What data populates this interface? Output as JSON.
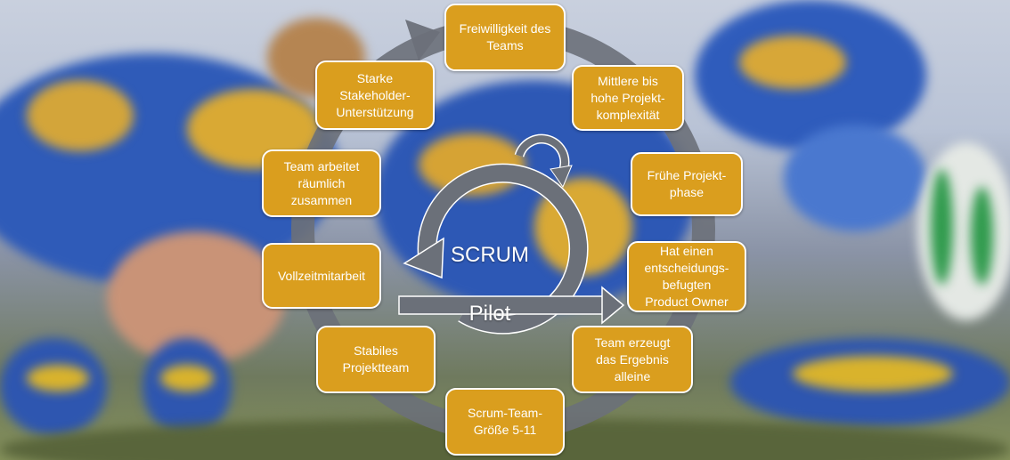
{
  "slide": {
    "background": "rugby-scrum-photo",
    "colors": {
      "box_fill": "#DA9E1E",
      "box_border": "#FFFFFF",
      "ring": "#6B7079",
      "text": "#FFFFFF"
    }
  },
  "center": {
    "title_line1": "SCRUM",
    "title_line2": "Pilot"
  },
  "boxes": [
    {
      "id": "freiwilligkeit",
      "label": "Freiwilligkeit des\nTeams"
    },
    {
      "id": "projektkomplexitaet",
      "label": "Mittlere bis\nhohe Projekt-\nkomplexität"
    },
    {
      "id": "fruehe-phase",
      "label": "Frühe Projekt-\nphase"
    },
    {
      "id": "product-owner",
      "label": "Hat einen\nentscheidungs-\nbefugten\nProduct Owner"
    },
    {
      "id": "ergebnis-alleine",
      "label": "Team erzeugt\ndas Ergebnis\nalleine"
    },
    {
      "id": "teamgroesse",
      "label": "Scrum-Team-\nGröße 5-11"
    },
    {
      "id": "stabiles-team",
      "label": "Stabiles\nProjektteam"
    },
    {
      "id": "vollzeit",
      "label": "Vollzeitmitarbeit"
    },
    {
      "id": "raeumlich",
      "label": "Team arbeitet\nräumlich\nzusammen"
    },
    {
      "id": "stakeholder",
      "label": "Starke\nStakeholder-\nUnterstützung"
    }
  ]
}
